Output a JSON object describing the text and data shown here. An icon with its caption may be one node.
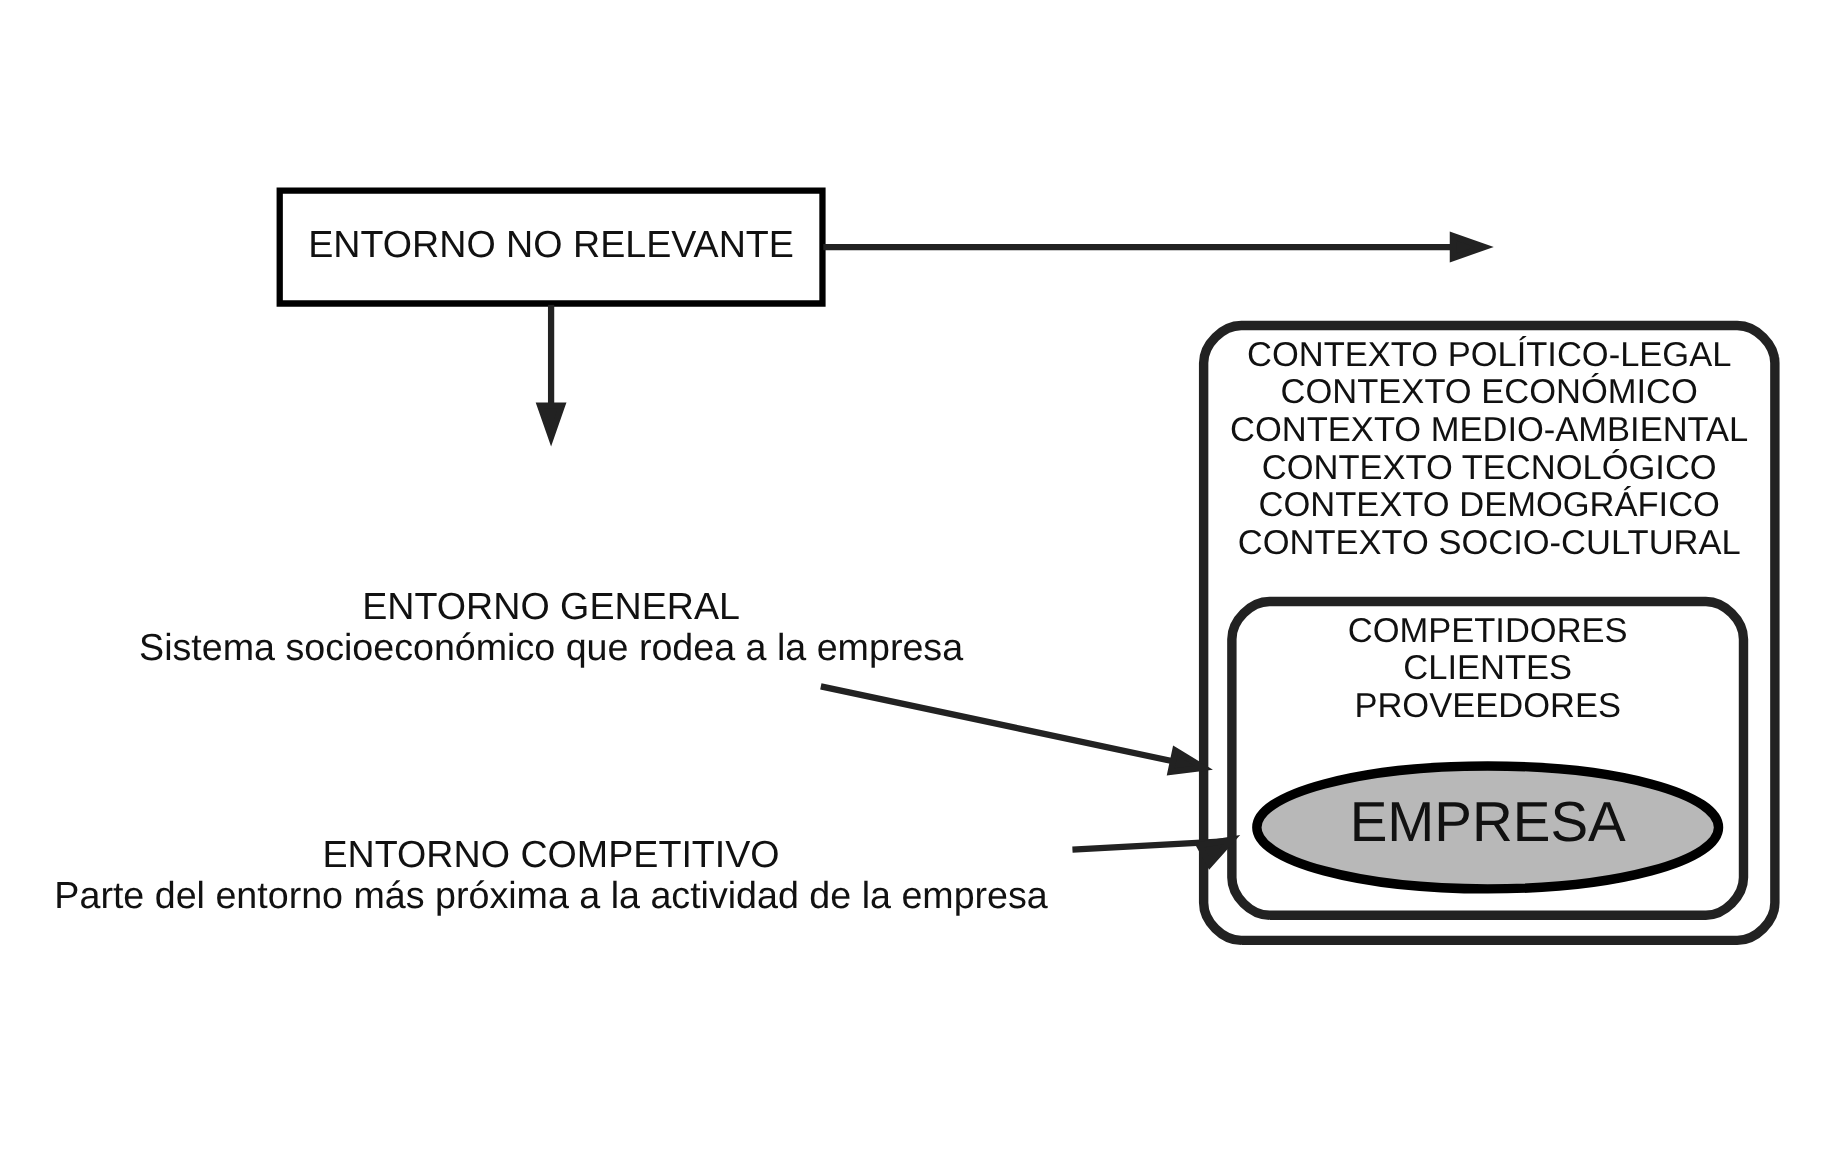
{
  "diagram": {
    "nodes": [
      {
        "text": [
          "CONTEXTO POLÍTICO-LEGAL",
          "CONTEXTO ECONÓMICO",
          "CONTEXTO MEDIO-AMBIENTAL",
          "CONTEXTO TECNOLÓGICO",
          "CONTEXTO DEMOGRÁFICO",
          "CONTEXTO SOCIO-CULTURAL"
        ]
      },
      {
        "text": [
          "COMPETIDORES",
          "CLIENTES",
          "PROVEEDORES"
        ],
        "in": 0
      },
      {
        "text": [
          "EMPRESA"
        ],
        "in": 1
      },
      {
        "text": [
          "ENTORNO GENERAL",
          "Sistema socioeconómico que rodea a la empresa"
        ]
      },
      {
        "text": [
          "ENTORNO COMPETITIVO",
          "Parte del entorno más próxima a la actividad de la empresa"
        ]
      },
      {
        "text": [
          "ENTORNO NO RELEVANTE"
        ]
      }
    ],
    "edges": [
      {
        "from": 3,
        "to": 0,
        "arrow": "to"
      },
      {
        "from": 4,
        "to": 1,
        "arrow": "to"
      },
      {
        "from": 5,
        "to": null,
        "arrow": "to"
      },
      {
        "from": 5,
        "to": null,
        "arrow": "to"
      }
    ]
  }
}
